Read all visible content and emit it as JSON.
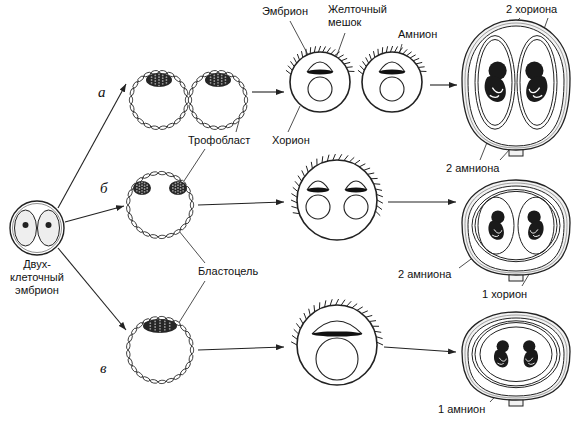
{
  "diagram": {
    "nodes": [
      {
        "text": [
          "Двух- клеточный эмбрион"
        ]
      }
    ],
    "labels": [
      "Эмбрион",
      "Желточный мешок",
      "Амнион",
      "2 хориона",
      "а",
      "Трофобласт",
      "Хорион",
      "2 амниона",
      "б",
      "Бластоцель",
      "2 амниона",
      "1 хорион",
      "в",
      "1 амнион"
    ]
  }
}
